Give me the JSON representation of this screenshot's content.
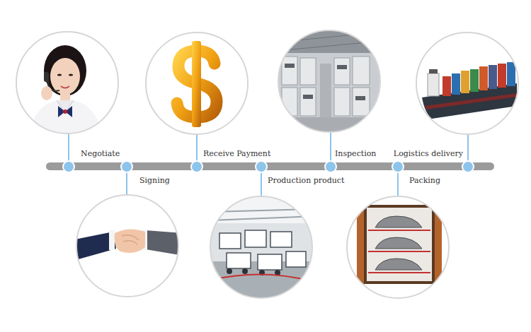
{
  "diagram": {
    "labels": [
      "Negotiate",
      "Signing",
      "Receive Payment",
      "Production  product",
      "Inspection",
      "Packing",
      "Logistics delivery"
    ]
  }
}
